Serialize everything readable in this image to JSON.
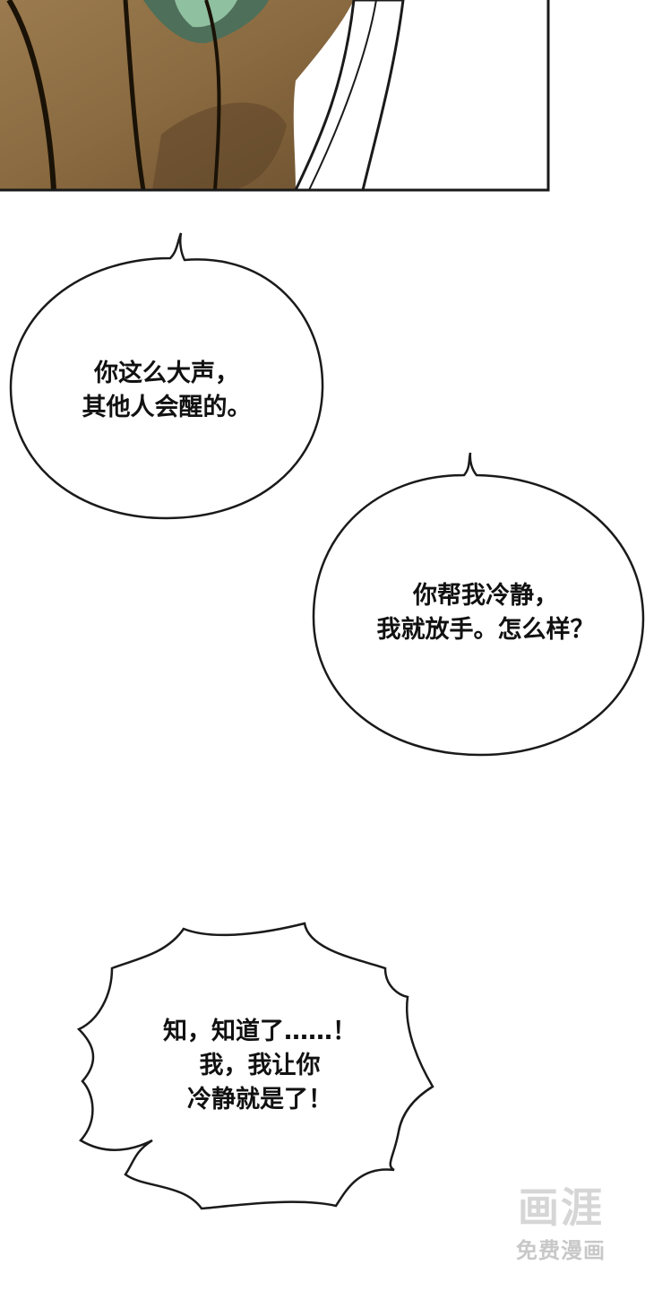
{
  "comic": {
    "bubbles": [
      {
        "lines": [
          "你这么大声，",
          "其他人会醒的。"
        ]
      },
      {
        "lines": [
          "你帮我冷静，",
          "我就放手。怎么样？"
        ]
      },
      {
        "lines": [
          "知，知道了……！",
          "我，我让你",
          "冷静就是了！"
        ]
      }
    ],
    "watermark": {
      "title": "画涯",
      "subtitle": "免费漫画"
    }
  }
}
